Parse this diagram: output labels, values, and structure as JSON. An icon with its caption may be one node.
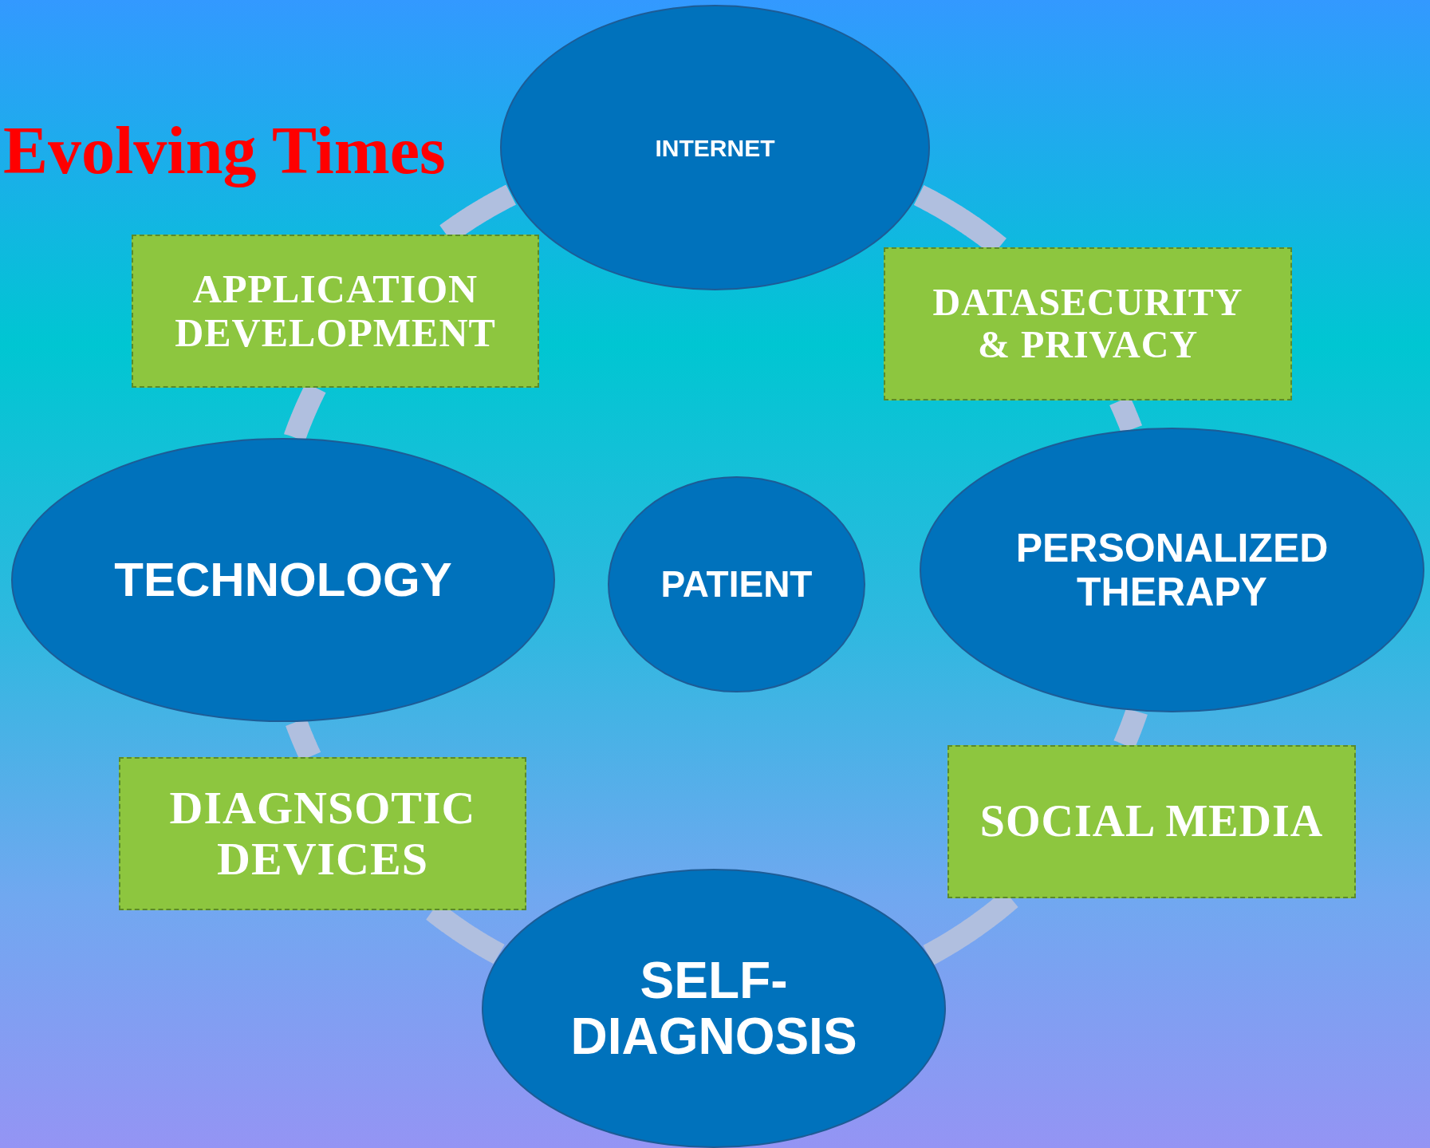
{
  "diagram": {
    "title": "Evolving Times",
    "nodes": [
      {
        "text": [
          "INTERNET"
        ]
      },
      {
        "text": [
          "APPLICATION DEVELOPMENT"
        ]
      },
      {
        "text": [
          "DATASECURITY & PRIVACY"
        ]
      },
      {
        "text": [
          "TECHNOLOGY"
        ]
      },
      {
        "text": [
          "PATIENT"
        ]
      },
      {
        "text": [
          "PERSONALIZED THERAPY"
        ]
      },
      {
        "text": [
          "DIAGNSOTIC DEVICES"
        ]
      },
      {
        "text": [
          "SOCIAL MEDIA"
        ]
      },
      {
        "text": [
          "SELF- DIAGNOSIS"
        ]
      }
    ],
    "edges": [
      {
        "from": 0,
        "to": 2,
        "arrow": "none"
      },
      {
        "from": 2,
        "to": 5,
        "arrow": "none"
      },
      {
        "from": 5,
        "to": 7,
        "arrow": "none"
      },
      {
        "from": 7,
        "to": 8,
        "arrow": "none"
      },
      {
        "from": 8,
        "to": 6,
        "arrow": "none"
      },
      {
        "from": 6,
        "to": 3,
        "arrow": "none"
      },
      {
        "from": 3,
        "to": 1,
        "arrow": "none"
      },
      {
        "from": 1,
        "to": 0,
        "arrow": "none"
      }
    ]
  }
}
